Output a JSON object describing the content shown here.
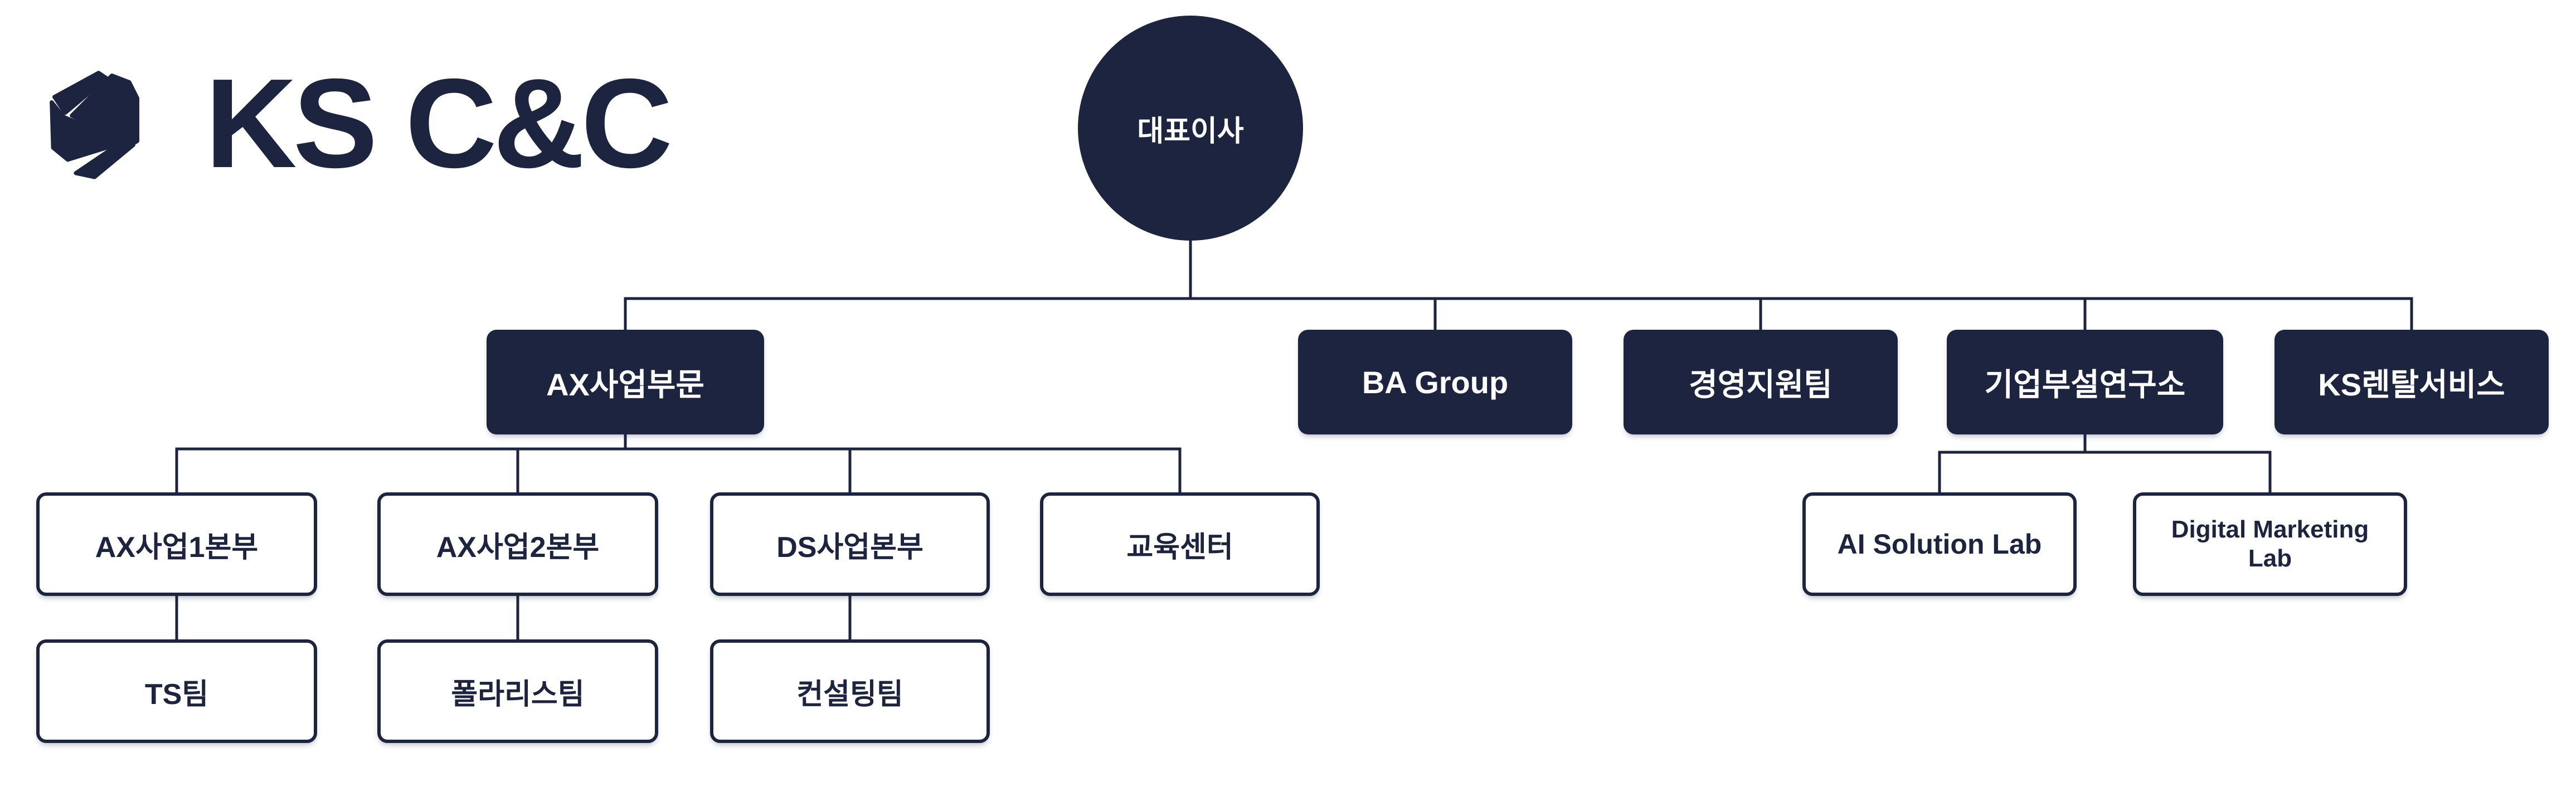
{
  "brand": {
    "name": "KS C&C",
    "icon": "hexagon-gem-icon"
  },
  "colors": {
    "navy": "#1c2440",
    "white": "#ffffff"
  },
  "nodes": {
    "ceo": {
      "label": "대표이사"
    },
    "ax_division": {
      "label": "AX사업부문"
    },
    "ba_group": {
      "label": "BA Group"
    },
    "mgmt_support_team": {
      "label": "경영지원팀"
    },
    "research_institute": {
      "label": "기업부설연구소"
    },
    "ks_rental_service": {
      "label": "KS렌탈서비스"
    },
    "ax_biz1_hq": {
      "label": "AX사업1본부"
    },
    "ax_biz2_hq": {
      "label": "AX사업2본부"
    },
    "ds_biz_hq": {
      "label": "DS사업본부"
    },
    "edu_center": {
      "label": "교육센터"
    },
    "ai_solution_lab": {
      "label": "AI Solution Lab"
    },
    "digital_marketing_lab": {
      "label": "Digital Marketing Lab"
    },
    "ts_team": {
      "label": "TS팀"
    },
    "polaris_team": {
      "label": "폴라리스팀"
    },
    "consulting_team": {
      "label": "컨설팅팀"
    }
  },
  "edges": [
    [
      "ceo",
      "ax_division"
    ],
    [
      "ceo",
      "ba_group"
    ],
    [
      "ceo",
      "mgmt_support_team"
    ],
    [
      "ceo",
      "research_institute"
    ],
    [
      "ceo",
      "ks_rental_service"
    ],
    [
      "ax_division",
      "ax_biz1_hq"
    ],
    [
      "ax_division",
      "ax_biz2_hq"
    ],
    [
      "ax_division",
      "ds_biz_hq"
    ],
    [
      "ax_division",
      "edu_center"
    ],
    [
      "research_institute",
      "ai_solution_lab"
    ],
    [
      "research_institute",
      "digital_marketing_lab"
    ],
    [
      "ax_biz1_hq",
      "ts_team"
    ],
    [
      "ax_biz2_hq",
      "polaris_team"
    ],
    [
      "ds_biz_hq",
      "consulting_team"
    ]
  ]
}
